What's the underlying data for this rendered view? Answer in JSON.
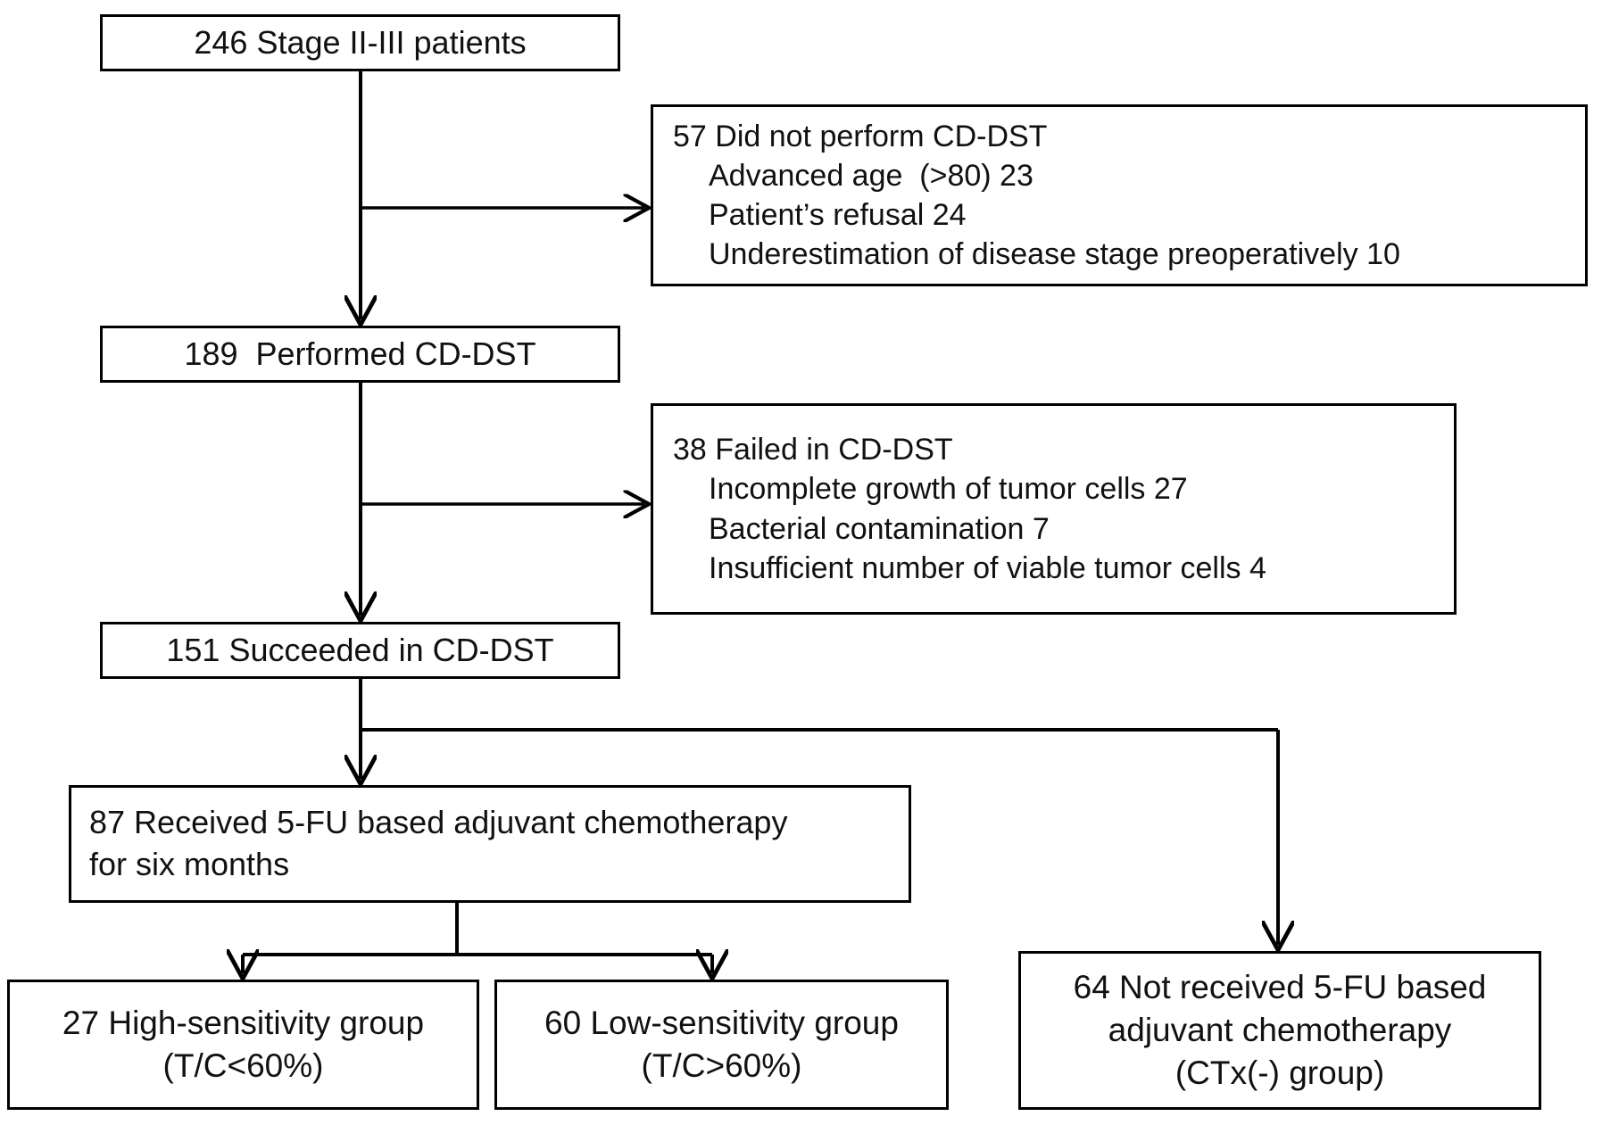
{
  "chart_data": {
    "type": "diagram",
    "title": "CD-DST patient enrollment flow diagram",
    "nodes": [
      {
        "id": "enrolled",
        "count": 246,
        "label": "246 Stage II-III patients"
      },
      {
        "id": "no_cddst",
        "count": 57,
        "label": "57 Did not perform CD-DST"
      },
      {
        "id": "performed",
        "count": 189,
        "label": "189  Performed CD-DST"
      },
      {
        "id": "failed",
        "count": 38,
        "label": "38 Failed in CD-DST"
      },
      {
        "id": "succeeded",
        "count": 151,
        "label": "151 Succeeded in CD-DST"
      },
      {
        "id": "received",
        "count": 87,
        "label": "87 Received 5-FU based adjuvant chemotherapy for six months"
      },
      {
        "id": "high",
        "count": 27,
        "label": "27 High-sensitivity group (T/C<60%)"
      },
      {
        "id": "low",
        "count": 60,
        "label": "60 Low-sensitivity group (T/C>60%)"
      },
      {
        "id": "ctx_neg",
        "count": 64,
        "label": "64 Not received 5-FU based adjuvant chemotherapy (CTx(-) group)"
      }
    ],
    "exclusion_reasons": {
      "no_cddst": [
        {
          "reason": "Advanced age  (>80)",
          "n": 23
        },
        {
          "reason": "Patient's refusal",
          "n": 24
        },
        {
          "reason": "Underestimation of disease stage preoperatively",
          "n": 10
        }
      ],
      "failed": [
        {
          "reason": "Incomplete growth of tumor cells",
          "n": 27
        },
        {
          "reason": "Bacterial contamination",
          "n": 7
        },
        {
          "reason": "Insufficient number of viable tumor cells",
          "n": 4
        }
      ]
    },
    "edges": [
      {
        "from": "enrolled",
        "to": "no_cddst",
        "style": "branch-right"
      },
      {
        "from": "enrolled",
        "to": "performed",
        "style": "down-arrow"
      },
      {
        "from": "performed",
        "to": "failed",
        "style": "branch-right"
      },
      {
        "from": "performed",
        "to": "succeeded",
        "style": "down-arrow"
      },
      {
        "from": "succeeded",
        "to": "received",
        "style": "split-down-arrow"
      },
      {
        "from": "succeeded",
        "to": "ctx_neg",
        "style": "split-right-down-arrow"
      },
      {
        "from": "received",
        "to": "high",
        "style": "split-down-arrow"
      },
      {
        "from": "received",
        "to": "low",
        "style": "split-down-arrow"
      }
    ],
    "colors": {
      "stroke": "#000000",
      "fill": "#ffffff",
      "text": "#111111"
    }
  },
  "boxes": {
    "enrolled": {
      "text": "246 Stage II-III patients"
    },
    "no_cddst": {
      "heading": "57 Did not perform CD-DST",
      "item1": "Advanced age  (>80) 23",
      "item2": "Patient’s refusal 24",
      "item3": "Underestimation of disease stage preoperatively 10"
    },
    "performed": {
      "text": "189  Performed CD-DST"
    },
    "failed": {
      "heading": "38 Failed in CD-DST",
      "item1": "Incomplete growth of tumor cells 27",
      "item2": "Bacterial contamination 7",
      "item3": "Insufficient number of viable tumor cells 4"
    },
    "succeeded": {
      "text": "151 Succeeded in CD-DST"
    },
    "received": {
      "line1": "87 Received 5-FU based adjuvant chemotherapy",
      "line2": "for six months"
    },
    "high": {
      "line1": "27 High-sensitivity group",
      "line2": "(T/C<60%)"
    },
    "low": {
      "line1": "60 Low-sensitivity group",
      "line2": "(T/C>60%)"
    },
    "ctx_neg": {
      "line1": "64 Not received 5-FU based",
      "line2": "adjuvant chemotherapy",
      "line3": "(CTx(-) group)"
    }
  }
}
